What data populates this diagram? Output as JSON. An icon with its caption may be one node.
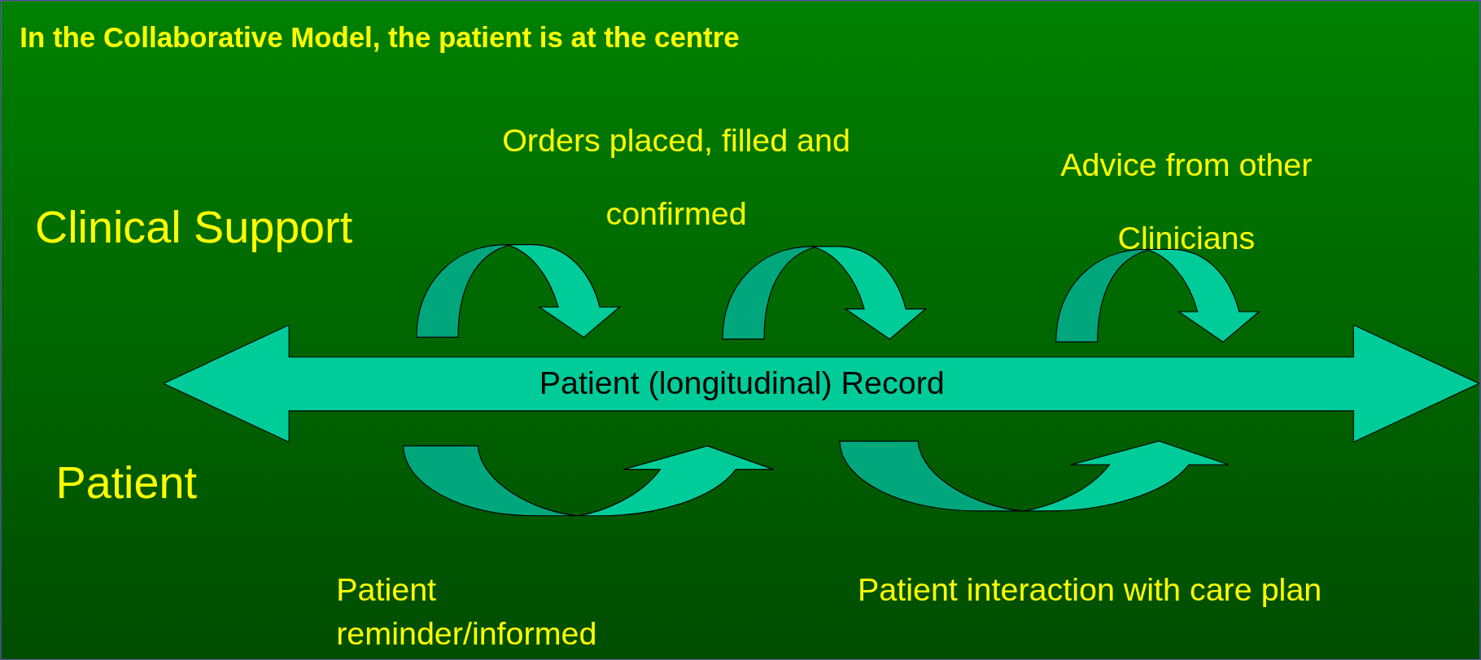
{
  "diagram": {
    "title": "In the Collaborative Model, the patient is at the centre",
    "nodes": [
      {
        "text": [
          "Patient (longitudinal) Record"
        ]
      }
    ],
    "edges": [],
    "labels": [
      "Orders placed, filled and confirmed",
      "Advice from other Clinicians",
      "Clinical Support",
      "Patient",
      "Patient reminder/informed",
      "Patient interaction with care plan"
    ]
  }
}
